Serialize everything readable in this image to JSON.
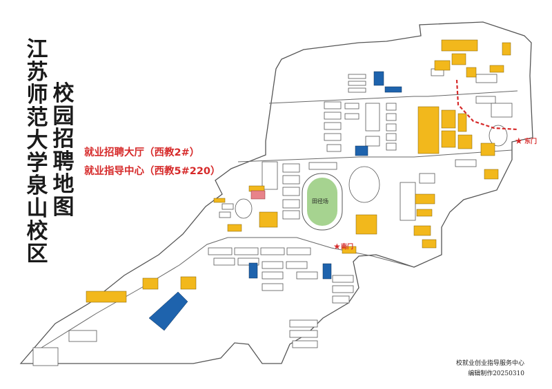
{
  "map": {
    "title_school": "江苏师范大学泉山校区",
    "title_map": "校园招聘地图",
    "annotations": [
      "就业招聘大厅（西教2#）",
      "就业指导中心（西教5#220）"
    ],
    "gates": {
      "east": "东门",
      "south": "南门"
    },
    "landmark_labels": {
      "stadium": "田径场"
    },
    "credit": {
      "department": "校就业创业指导服务中心",
      "made_by": "编辑制作20250310"
    },
    "colors": {
      "campus_fill": "#ffffff",
      "outline": "#555555",
      "yellow_building": "#f2b81c",
      "blue_building": "#1e63ad",
      "stadium_green": "#a6d390",
      "route_red": "#d62a2a",
      "highlight_pink": "#e8838a"
    },
    "icons": [
      "star-marker"
    ]
  }
}
